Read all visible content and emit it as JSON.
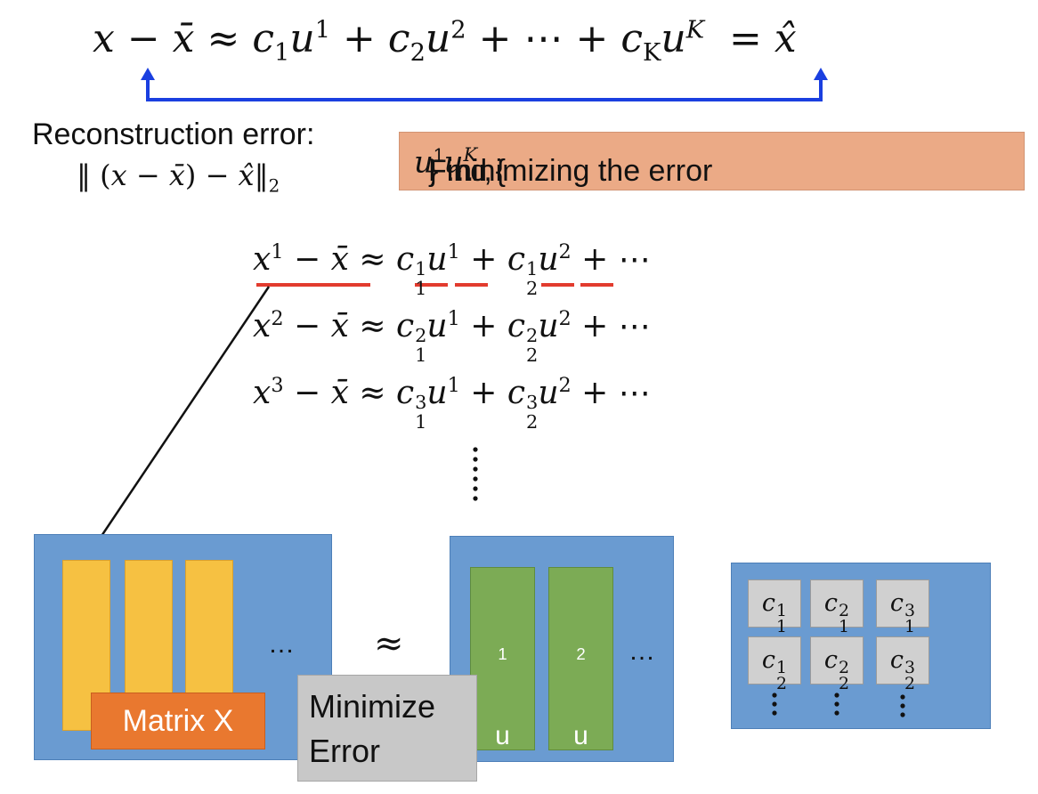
{
  "top_equation": {
    "lhs_x": "x",
    "minus": " − ",
    "xbar": "x̄",
    "approx": " ≈ ",
    "c1": "c",
    "c1_sub": "1",
    "u1": "u",
    "u1_sup": "1",
    "plus1": " + ",
    "c2": "c",
    "c2_sub": "2",
    "u2": "u",
    "u2_sup": "2",
    "plus2": " + ⋯ + ",
    "cK": "c",
    "cK_sub": "K",
    "uK": "u",
    "uK_sup": "K",
    "equals": "  = ",
    "xhat": "x̂"
  },
  "reconstruction": {
    "label": "Reconstruction error:",
    "formula_open": "‖ (",
    "x": "x",
    "minus": " − ",
    "xbar": "x̄",
    "close_minus": ") − ",
    "xhat": "x̂",
    "norm_close": "‖",
    "norm_sub": "2"
  },
  "find_box": {
    "prefix": "Find {",
    "u1": "u",
    "u1_sup": "1",
    "mid": ", … , ",
    "uK": "u",
    "uK_sup": "K",
    "suffix": "} minimizing the error"
  },
  "sample_equations": [
    {
      "x": "x",
      "sup": "1",
      "rest_minus": " − ",
      "xbar": "x̄",
      "approx": " ≈ ",
      "c": "c",
      "c1_sup": "1",
      "c1_sub": "1",
      "u1": "u",
      "u1_sup": "1",
      "plus": " + ",
      "c2_sup": "1",
      "c2_sub": "2",
      "u2": "u",
      "u2_sup": "2",
      "tail": " + ⋯"
    },
    {
      "x": "x",
      "sup": "2",
      "rest_minus": " − ",
      "xbar": "x̄",
      "approx": " ≈ ",
      "c": "c",
      "c1_sup": "2",
      "c1_sub": "1",
      "u1": "u",
      "u1_sup": "1",
      "plus": " + ",
      "c2_sup": "2",
      "c2_sub": "2",
      "u2": "u",
      "u2_sup": "2",
      "tail": " + ⋯"
    },
    {
      "x": "x",
      "sup": "3",
      "rest_minus": " − ",
      "xbar": "x̄",
      "approx": " ≈ ",
      "c": "c",
      "c1_sup": "3",
      "c1_sub": "1",
      "u1": "u",
      "u1_sup": "1",
      "plus": " + ",
      "c2_sup": "3",
      "c2_sub": "2",
      "u2": "u",
      "u2_sup": "2",
      "tail": " + ⋯"
    }
  ],
  "matrix_x": {
    "label": "Matrix X",
    "ellipsis": "…"
  },
  "approx_symbol": "≈",
  "minimize_box": {
    "line1": "Minimize",
    "line2": "Error"
  },
  "u_matrix": {
    "col1": "u",
    "col1_sup": "1",
    "col2": "u",
    "col2_sup": "2",
    "ellipsis": "…"
  },
  "c_matrix": {
    "letter": "c",
    "cells": [
      {
        "sup": "1",
        "sub": "1"
      },
      {
        "sup": "2",
        "sub": "1"
      },
      {
        "sup": "3",
        "sub": "1"
      },
      {
        "sup": "1",
        "sub": "2"
      },
      {
        "sup": "2",
        "sub": "2"
      },
      {
        "sup": "3",
        "sub": "2"
      }
    ]
  },
  "colors": {
    "arrow_blue": "#1a3fe0",
    "underline_red": "#e23b2e",
    "panel_blue": "#6a9bd1",
    "bar_yellow": "#f6c142",
    "bar_green": "#7cab55",
    "label_orange": "#e9782f",
    "find_box_fill": "#ebaa86",
    "minimize_gray": "#c8c8c8"
  }
}
